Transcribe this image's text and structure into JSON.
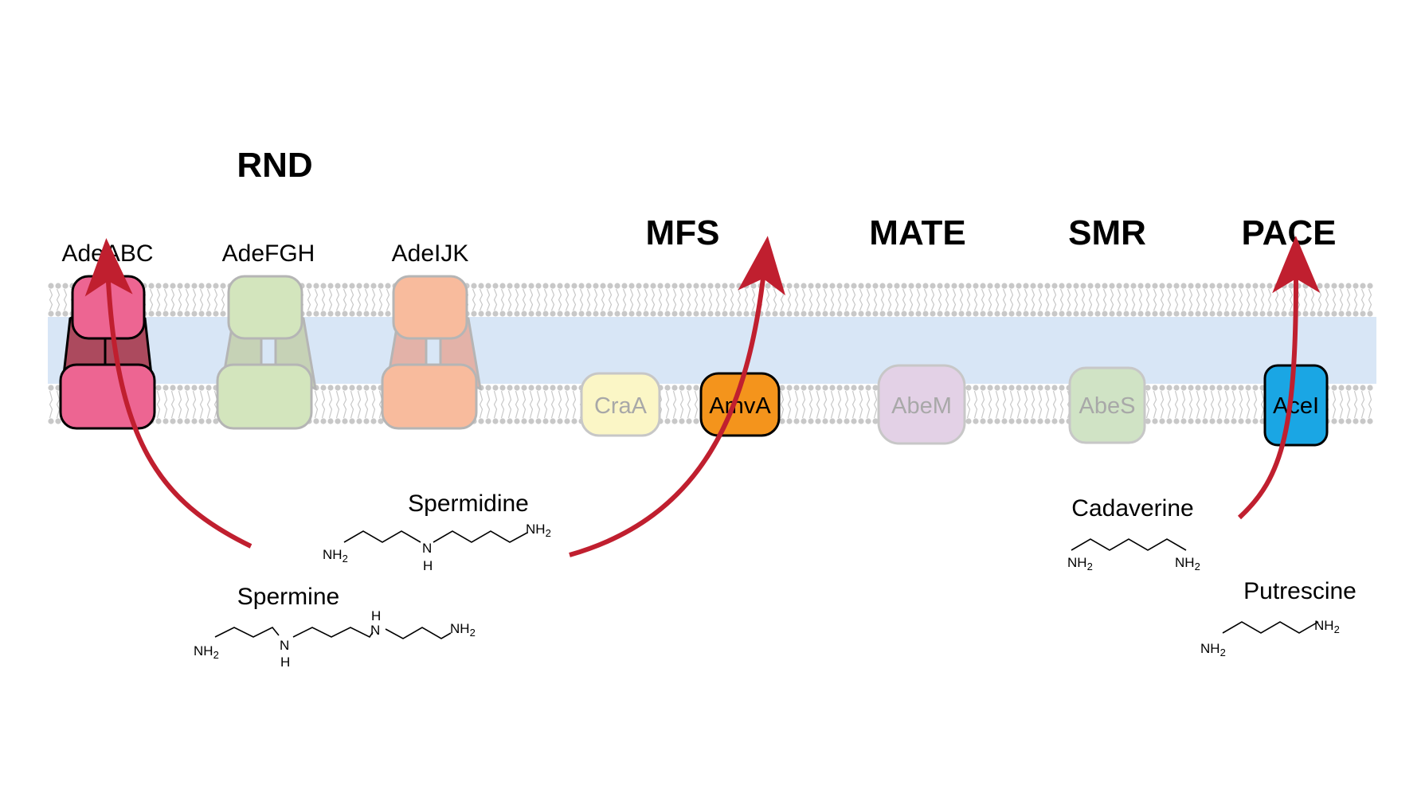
{
  "families": {
    "rnd": "RND",
    "mfs": "MFS",
    "mate": "MATE",
    "smr": "SMR",
    "pace": "PACE"
  },
  "proteins": {
    "adeabc": "AdeABC",
    "adefgh": "AdeFGH",
    "adeijk": "AdeIJK",
    "craa": "CraA",
    "amva": "AmvA",
    "abem": "AbeM",
    "abes": "AbeS",
    "acei": "AceI"
  },
  "molecules": {
    "spermidine": "Spermidine",
    "spermine": "Spermine",
    "cadaverine": "Cadaverine",
    "putrescine": "Putrescine"
  },
  "chem": {
    "nh2": "NH",
    "sub2": "2",
    "n": "N",
    "h": "H"
  },
  "colors": {
    "membrane_core": "#d8e6f6",
    "lipid": "#c8c8c8",
    "adeabc": "#ed6592",
    "adeabc_side": "#ac4a5e",
    "adefgh": "#d3e5bd",
    "adeijk": "#f8bb9d",
    "craa": "#fbf6c6",
    "amva": "#f4941c",
    "abem": "#e3d1e6",
    "abes": "#d0e3c5",
    "acei": "#1aa6e4",
    "arrow": "#c01f2f"
  }
}
